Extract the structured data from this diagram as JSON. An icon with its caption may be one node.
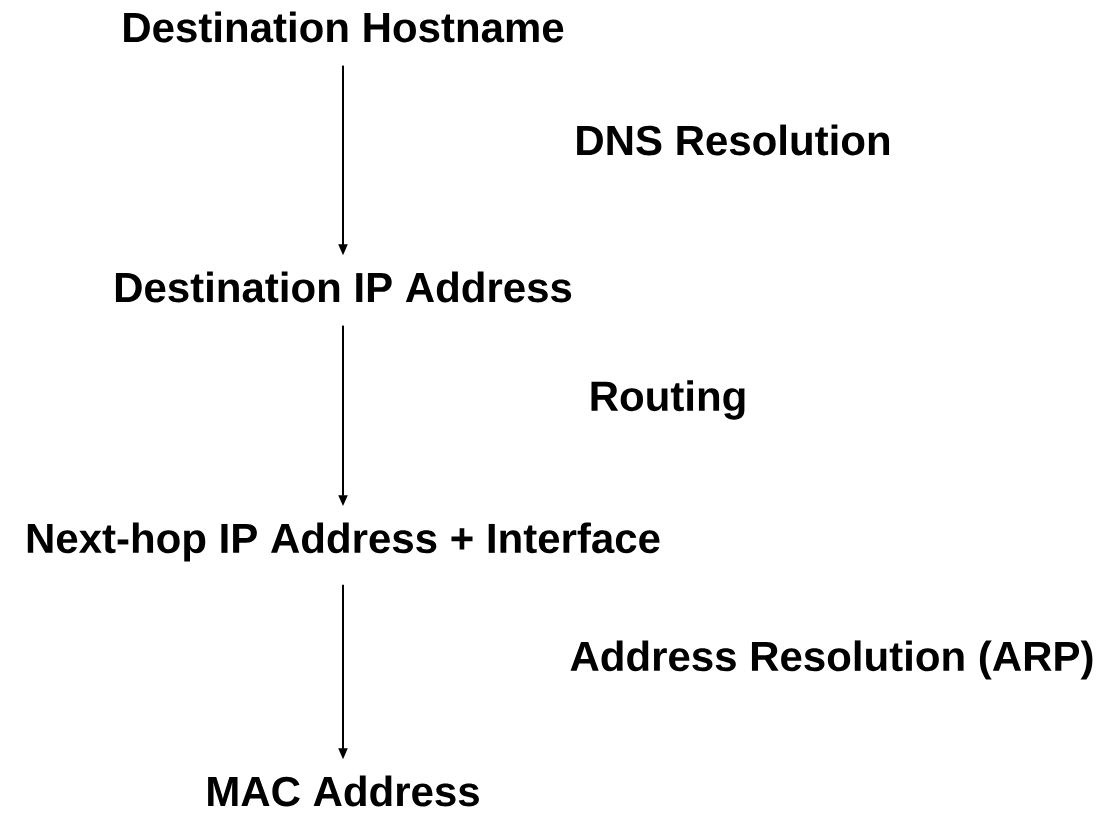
{
  "diagram": {
    "nodes": [
      {
        "text": [
          "Destination Hostname"
        ]
      },
      {
        "text": [
          "Destination IP Address"
        ]
      },
      {
        "text": [
          "Next-hop IP Address + Interface"
        ]
      },
      {
        "text": [
          "MAC Address"
        ]
      }
    ],
    "edges": [
      {
        "from": 0,
        "to": 1,
        "arrow": "to"
      },
      {
        "from": 1,
        "to": 2,
        "arrow": "to"
      },
      {
        "from": 2,
        "to": 3,
        "arrow": "to"
      }
    ],
    "labels": [
      "DNS Resolution",
      "Routing",
      "Address Resolution (ARP)"
    ]
  }
}
